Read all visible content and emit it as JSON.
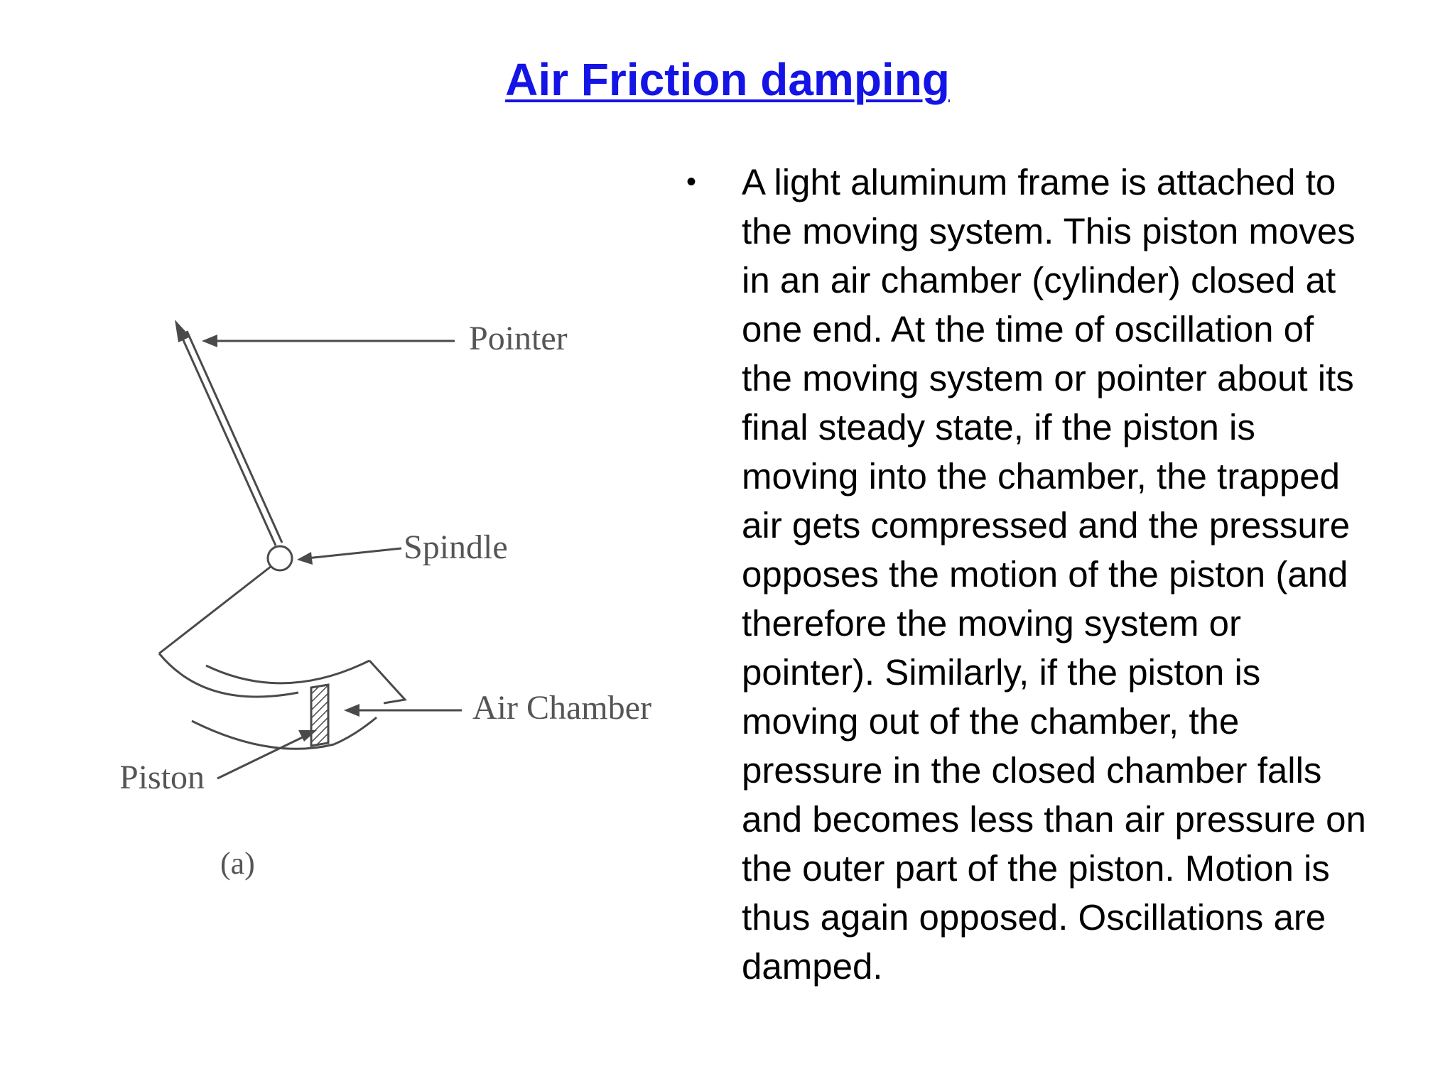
{
  "slide": {
    "title": "Air Friction damping",
    "title_color": "#1414e6",
    "text_color": "#000000",
    "background": "#ffffff"
  },
  "diagram": {
    "labels": {
      "pointer": "Pointer",
      "spindle": "Spindle",
      "air_chamber": "Air Chamber",
      "piston": "Piston",
      "caption": "(a)"
    },
    "line_color": "#4a4a4a",
    "label_color": "#555555"
  },
  "body": {
    "bullet_symbol": "•",
    "paragraph": "A light aluminum frame is attached to\nthe moving system. This piston moves\nin an air chamber (cylinder) closed at\none end. At the time of oscillation of\nthe moving system or pointer about its\nfinal steady state, if the piston is\nmoving into the chamber, the trapped\nair gets compressed and the pressure\nopposes the motion of the piston (and\ntherefore the moving system or\npointer). Similarly, if the piston is\nmoving out of the chamber, the\npressure in the closed chamber falls\nand becomes less than air pressure on\nthe outer part of the piston. Motion is\nthus again opposed. Oscillations are\ndamped."
  }
}
